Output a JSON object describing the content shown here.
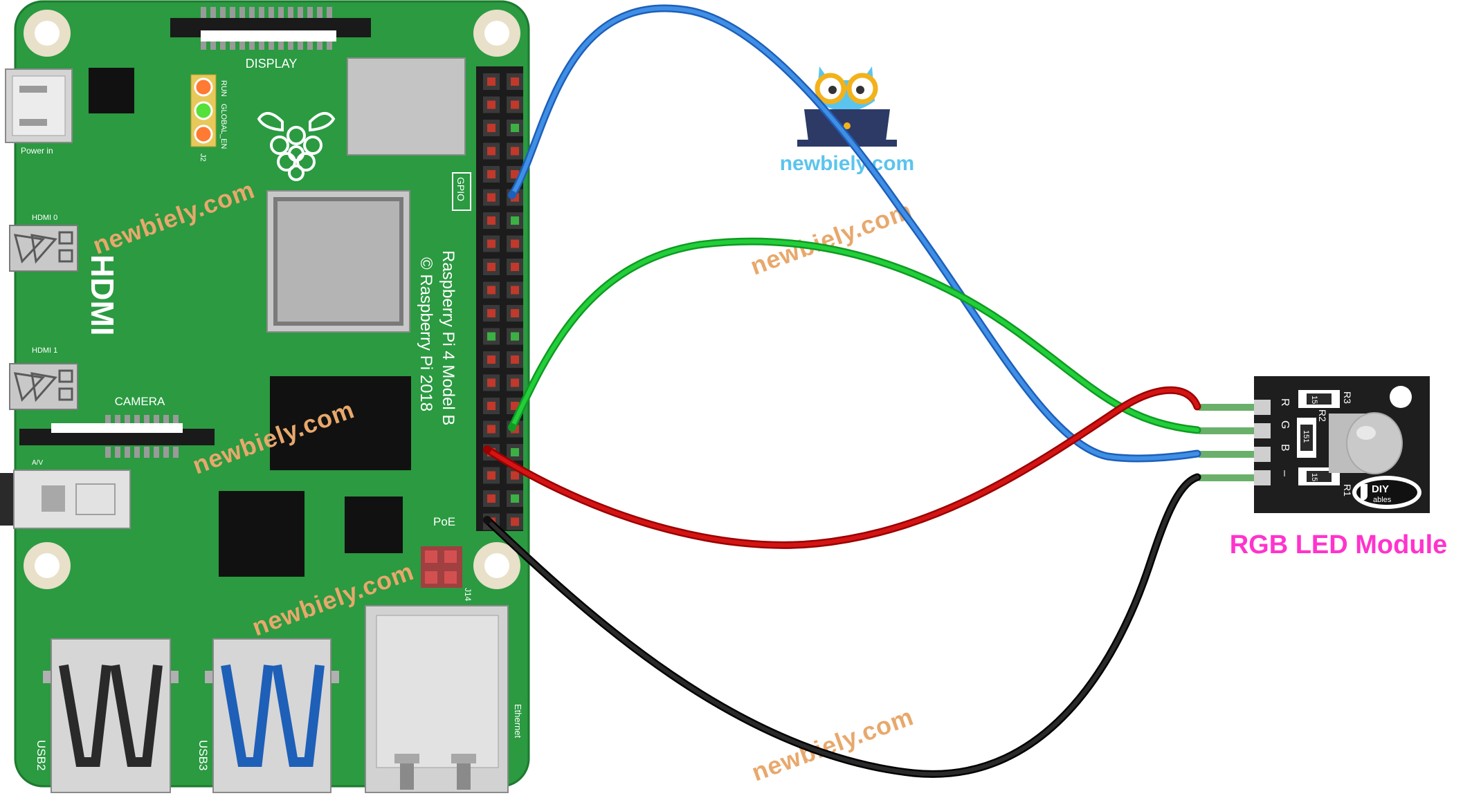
{
  "board": {
    "model": "Raspberry Pi 4 Model B",
    "copyright": "© Raspberry Pi 2018",
    "display": "DISPLAY",
    "power_in": "Power in",
    "hdmi": "HDMI",
    "hdmi0": "HDMI 0",
    "hdmi1": "HDMI 1",
    "camera": "CAMERA",
    "av": "A/V",
    "run": "RUN",
    "global_en": "GLOBAL_EN",
    "j2": "J2",
    "gpio": "GPIO",
    "poe": "PoE",
    "j14": "J14",
    "usb2": "USB2",
    "usb3": "USB3",
    "ethernet": "Ethernet"
  },
  "module": {
    "title": "RGB LED Module",
    "pin_r": "R",
    "pin_g": "G",
    "pin_b": "B",
    "pin_gnd": "–",
    "r1": "R1",
    "r2": "R2",
    "r3": "R3",
    "res_code": "151",
    "logo_diy": "DIY",
    "logo_ables": "ables",
    "title_color": "#ff33cc"
  },
  "brand": {
    "site": "newbiely.com",
    "watermark": "newbiely.com"
  },
  "wires": [
    {
      "name": "blue-wire",
      "color": "#2b78d4"
    },
    {
      "name": "green-wire",
      "color": "#1bc22e"
    },
    {
      "name": "red-wire",
      "color": "#c80a0a"
    },
    {
      "name": "black-wire",
      "color": "#1a1a1a"
    }
  ]
}
